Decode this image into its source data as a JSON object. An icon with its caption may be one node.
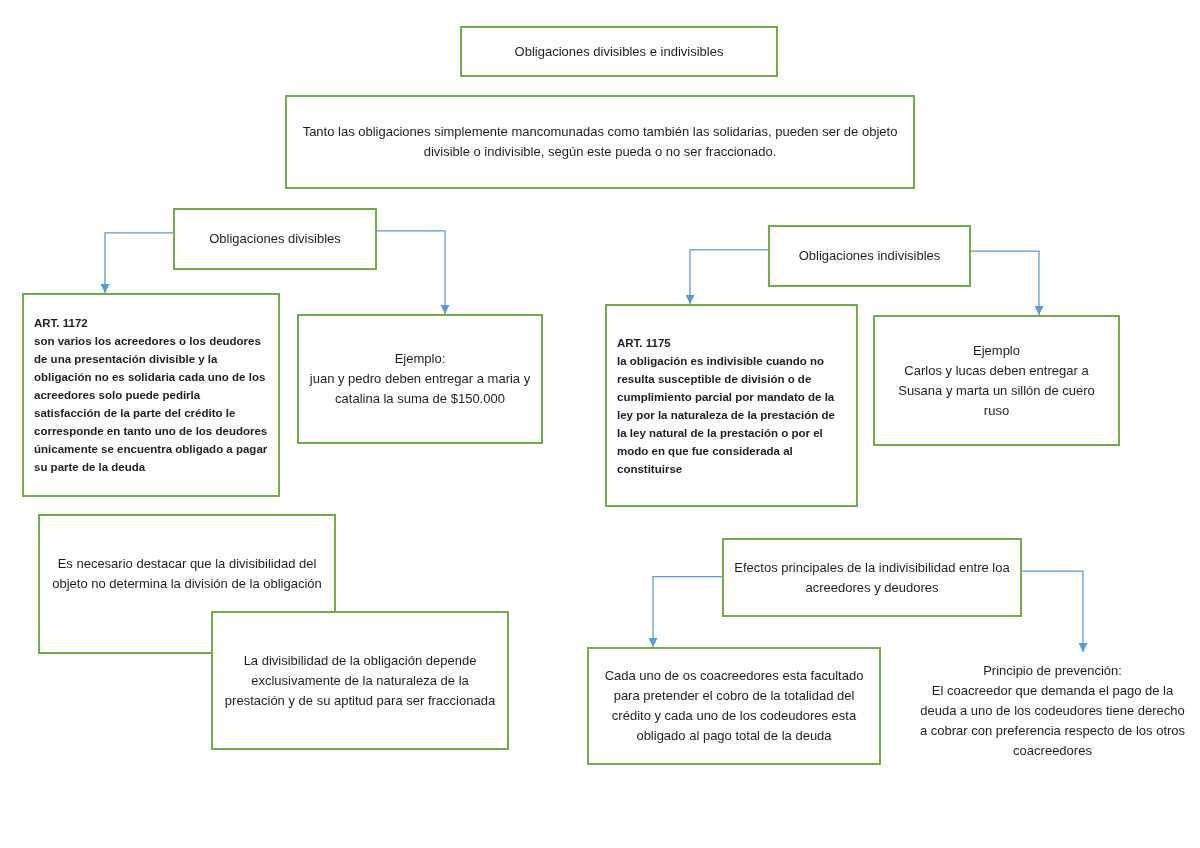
{
  "diagram": {
    "nodes": [
      {
        "text": [
          "Obligaciones divisibles e indivisibles"
        ]
      },
      {
        "text": [
          "Tanto las obligaciones simplemente mancomunadas como también las solidarias, pueden ser de objeto divisible o indivisible, según este pueda o no ser fraccionado."
        ]
      },
      {
        "text": [
          "Obligaciones divisibles"
        ]
      },
      {
        "text": [
          "ART. 1172",
          "son varios los acreedores o los deudores de una presentación divisible y la obligación no es solidaria cada uno de los acreedores solo puede pedirla satisfacción de la parte del crédito le corresponde en tanto uno de los deudores únicamente se encuentra obligado a pagar su parte de la deuda"
        ]
      },
      {
        "text": [
          "Ejemplo:",
          "juan y pedro deben entregar a maria y catalina la suma de $150.000"
        ]
      },
      {
        "text": [
          "Obligaciones indivisibles"
        ]
      },
      {
        "text": [
          "ART. 1175",
          "la obligación es indivisible cuando no resulta susceptible de división o de cumplimiento parcial por mandato de la ley por la naturaleza de la prestación de la ley natural de la prestación o por el modo en que fue considerada al constituirse"
        ]
      },
      {
        "text": [
          "Ejemplo",
          "Carlos y lucas deben entregar a Susana y marta un sillón de cuero ruso"
        ]
      },
      {
        "text": [
          "Es necesario destacar que la divisibilidad del objeto no determina la división de la obligación"
        ]
      },
      {
        "text": [
          "La divisibilidad de la obligación depende exclusivamente de la naturaleza de la prestación y de su aptitud para ser fraccionada"
        ]
      },
      {
        "text": [
          "Efectos principales de la indivisibilidad entre loa acreedores y deudores"
        ]
      },
      {
        "text": [
          "Cada uno de os coacreedores esta facultado para pretender el cobro de la totalidad del crédito y cada uno de los codeudores esta obligado al pago total de la deuda"
        ]
      },
      {
        "text": [
          "Principio de prevención:",
          "El coacreedor que demanda el pago de la deuda a uno de los codeudores tiene derecho a cobrar con preferencia respecto de los otros coacreedores"
        ]
      }
    ],
    "edges": [
      {
        "from": 2,
        "to": 3,
        "arrow": "to"
      },
      {
        "from": 2,
        "to": 4,
        "arrow": "to"
      },
      {
        "from": 5,
        "to": 6,
        "arrow": "to"
      },
      {
        "from": 5,
        "to": 7,
        "arrow": "to"
      },
      {
        "from": 10,
        "to": 11,
        "arrow": "to"
      },
      {
        "from": 10,
        "to": 12,
        "arrow": "to"
      }
    ]
  }
}
